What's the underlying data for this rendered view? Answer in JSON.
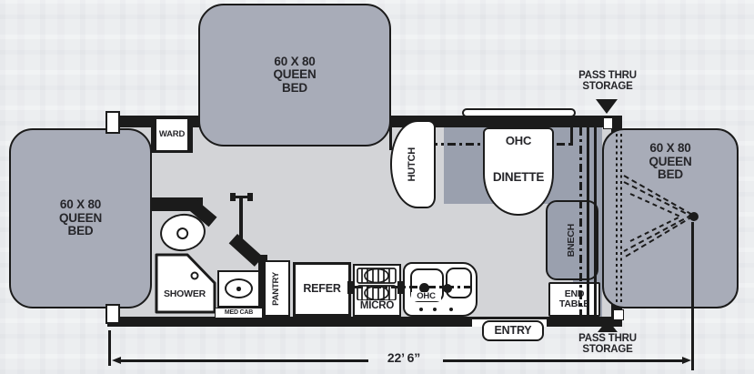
{
  "colors": {
    "wall": "#1b1b1b",
    "floor": "#d3d4d7",
    "bed_fill": "#a8acb8",
    "dinette_fill": "#9aa0ae",
    "background": "#eceef0",
    "text": "#26262a"
  },
  "beds": [
    {
      "id": "front-left-slide",
      "lines": [
        "60 X 80",
        "QUEEN",
        "BED"
      ]
    },
    {
      "id": "top-slide",
      "lines": [
        "60 X 80",
        "QUEEN",
        "BED"
      ]
    },
    {
      "id": "rear-fold-out",
      "lines": [
        "60 X 80",
        "QUEEN",
        "BED"
      ]
    }
  ],
  "rooms": {
    "ward": "WARD",
    "hutch": "HUTCH",
    "dinette_ohc": "OHC",
    "dinette": "DINETTE",
    "bench": "BNECH",
    "end_table": [
      "END",
      "TABLE"
    ],
    "entry": "ENTRY"
  },
  "kitchen": {
    "pantry": "PANTRY",
    "refer": "REFER",
    "micro": "MICRO",
    "ohc": "OHC"
  },
  "bathroom": {
    "shower": "SHOWER",
    "med_cab": "MED CAB"
  },
  "storage": {
    "top": [
      "PASS THRU",
      "STORAGE"
    ],
    "bottom": [
      "PASS THRU",
      "STORAGE"
    ]
  },
  "dimension": {
    "length": "22’ 6”"
  }
}
